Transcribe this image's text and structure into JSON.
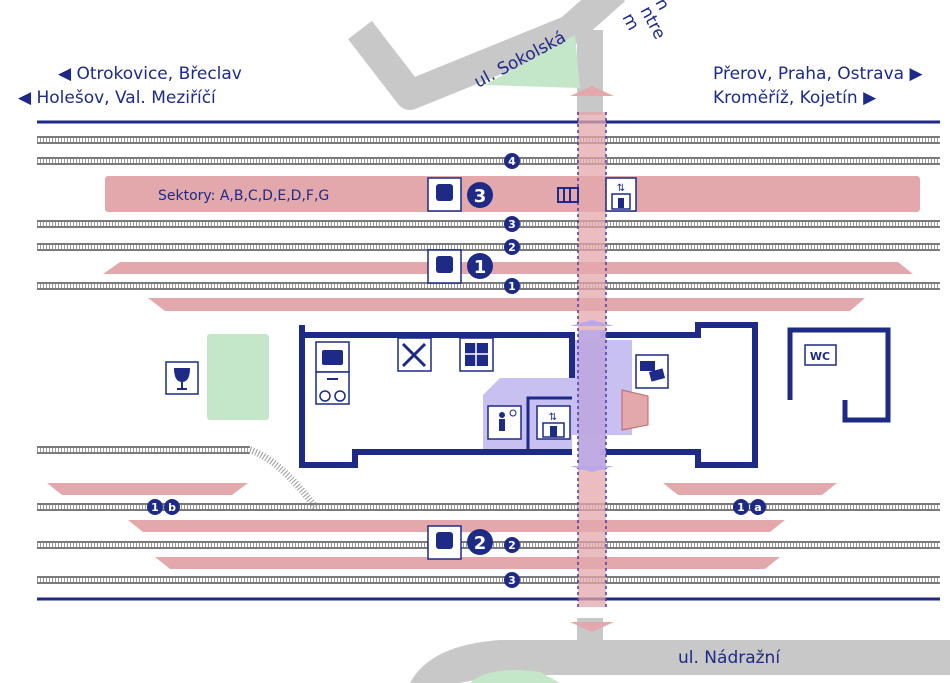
{
  "directions": {
    "west_1": "◀ Otrokovice, Břeclav",
    "west_2": "◀ Holešov, Val. Meziříčí",
    "east_1": "Přerov, Praha, Ostrava ▶",
    "east_2": "Kroměříž, Kojetín ▶"
  },
  "streets": {
    "north": "ul. Sokolská",
    "south": "ul. Nádražní",
    "centre_partial": [
      "n",
      "ntre",
      "m"
    ]
  },
  "sectors": "Sektory: A,B,C,D,E,D,F,G",
  "platforms": [
    "3",
    "1",
    "2"
  ],
  "tracks_north": [
    "4",
    "3",
    "2",
    "1"
  ],
  "tracks_south": [
    {
      "n": "1",
      "s": "b"
    },
    {
      "n": "1",
      "s": "a"
    },
    "2",
    "3"
  ],
  "wc": "WC",
  "colors": {
    "navy": "#1d2a86",
    "platform": "#e3a8ab",
    "road": "#c8c8c8",
    "green": "#c4e6c9",
    "underpass": "#b9a8e8"
  }
}
